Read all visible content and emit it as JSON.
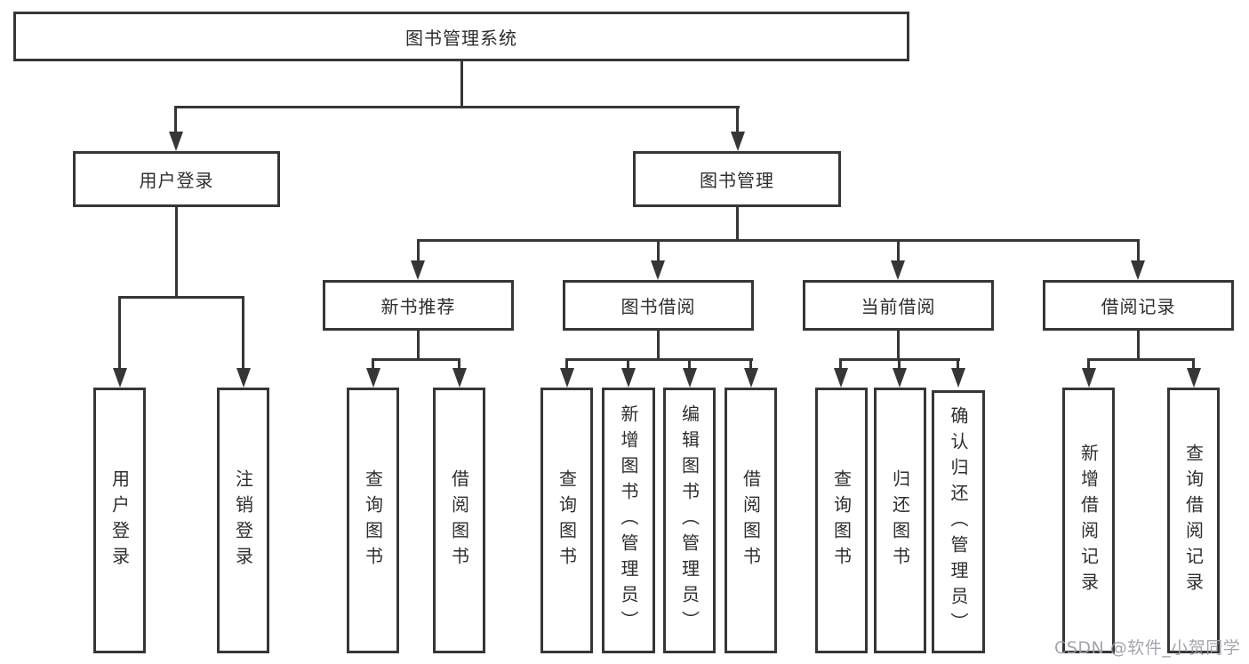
{
  "colors": {
    "line": "#363636",
    "box_fill": "#ffffff",
    "text": "#2e2e2e",
    "watermark": "#9ea0aa"
  },
  "watermark": {
    "text": "CSDN @软件_小贺同学"
  },
  "tree": {
    "root": {
      "label": "图书管理系统"
    },
    "branches": [
      {
        "label": "用户登录",
        "children": [
          {
            "label": "用户登录"
          },
          {
            "label": "注销登录"
          }
        ]
      },
      {
        "label": "图书管理",
        "children": [
          {
            "label": "新书推荐",
            "children": [
              {
                "label": "查询图书"
              },
              {
                "label": "借阅图书"
              }
            ]
          },
          {
            "label": "图书借阅",
            "children": [
              {
                "label": "查询图书"
              },
              {
                "label": "新增图书（管理员）"
              },
              {
                "label": "编辑图书（管理员）"
              },
              {
                "label": "借阅图书"
              }
            ]
          },
          {
            "label": "当前借阅",
            "children": [
              {
                "label": "查询图书"
              },
              {
                "label": "归还图书"
              },
              {
                "label": "确认归还（管理员）"
              }
            ]
          },
          {
            "label": "借阅记录",
            "children": [
              {
                "label": "新增借阅记录"
              },
              {
                "label": "查询借阅记录"
              }
            ]
          }
        ]
      }
    ]
  }
}
